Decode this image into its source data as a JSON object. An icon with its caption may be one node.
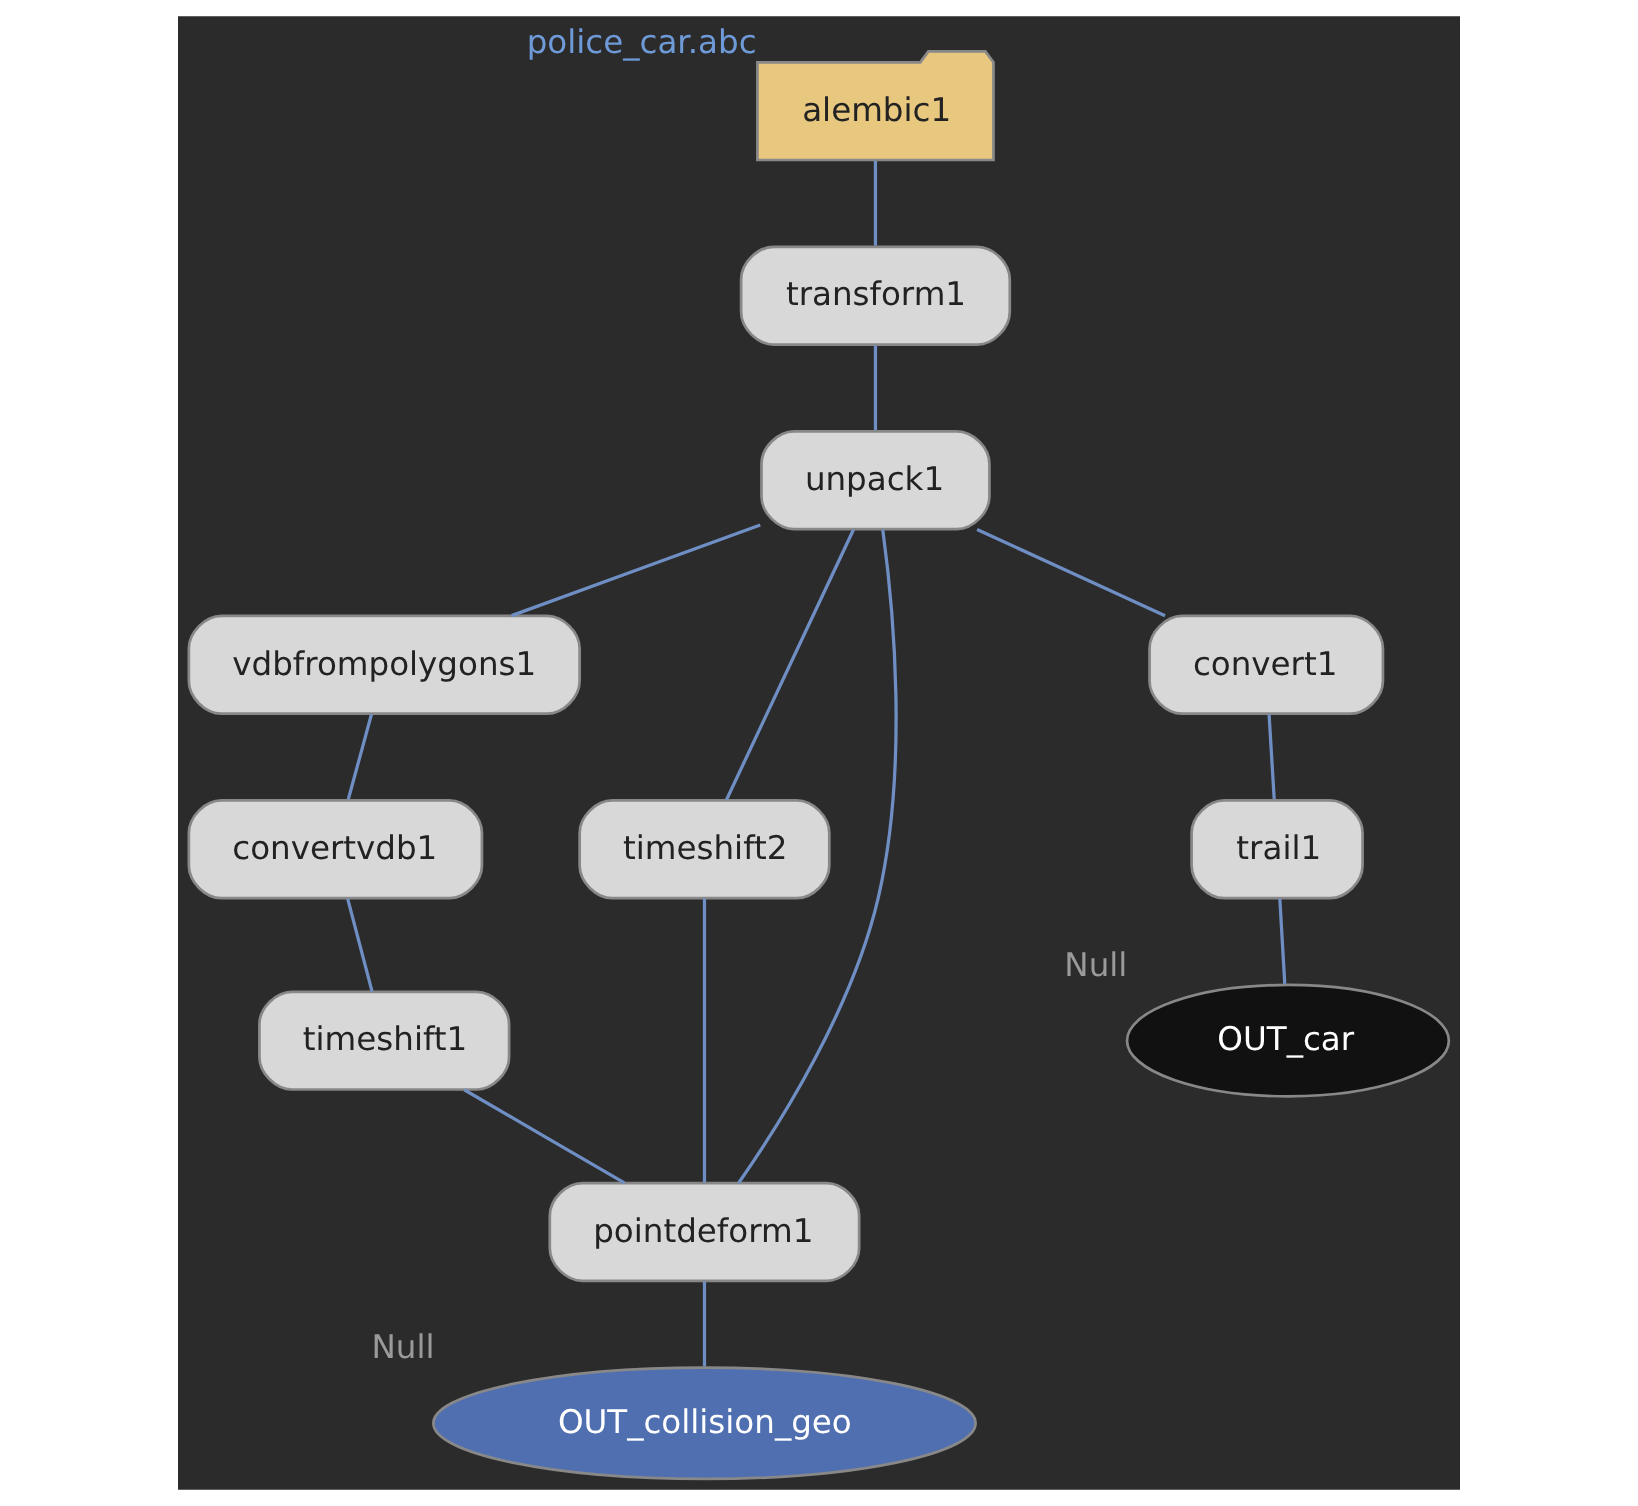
{
  "diagram": {
    "nodes": [
      {
        "text": [
          "alembic1"
        ],
        "beside": [
          "police_car.abc"
        ]
      },
      {
        "text": [
          "transform1"
        ]
      },
      {
        "text": [
          "unpack1"
        ]
      },
      {
        "text": [
          "vdbfrompolygons1"
        ]
      },
      {
        "text": [
          "convertvdb1"
        ]
      },
      {
        "text": [
          "timeshift1"
        ]
      },
      {
        "text": [
          "timeshift2"
        ]
      },
      {
        "text": [
          "pointdeform1"
        ]
      },
      {
        "text": [
          "convert1"
        ]
      },
      {
        "text": [
          "trail1"
        ]
      },
      {
        "text": [
          "OUT_car"
        ],
        "beside": [
          "Null"
        ]
      },
      {
        "text": [
          "OUT_collision_geo"
        ],
        "beside": [
          "Null"
        ]
      }
    ],
    "edges": [
      {
        "from": 0,
        "to": 1,
        "arrow": "none"
      },
      {
        "from": 1,
        "to": 2,
        "arrow": "none"
      },
      {
        "from": 2,
        "to": 3,
        "arrow": "none"
      },
      {
        "from": 2,
        "to": 6,
        "arrow": "none"
      },
      {
        "from": 2,
        "to": 7,
        "arrow": "none"
      },
      {
        "from": 2,
        "to": 8,
        "arrow": "none"
      },
      {
        "from": 3,
        "to": 4,
        "arrow": "none"
      },
      {
        "from": 4,
        "to": 5,
        "arrow": "none"
      },
      {
        "from": 5,
        "to": 7,
        "arrow": "none"
      },
      {
        "from": 6,
        "to": 7,
        "arrow": "none"
      },
      {
        "from": 8,
        "to": 9,
        "arrow": "none"
      },
      {
        "from": 9,
        "to": 10,
        "arrow": "none"
      },
      {
        "from": 7,
        "to": 11,
        "arrow": "none"
      }
    ]
  }
}
